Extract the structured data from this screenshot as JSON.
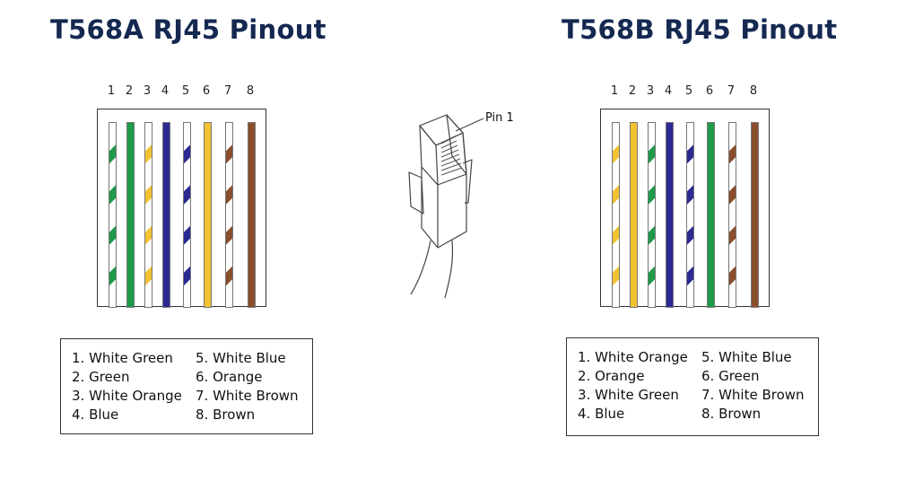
{
  "colors": {
    "green": "#1e9a49",
    "orange": "#f2c232",
    "blue": "#2b2a92",
    "brown": "#8a4e2c",
    "title": "#142850"
  },
  "pin_numbers": [
    "1",
    "2",
    "3",
    "4",
    "5",
    "6",
    "7",
    "8"
  ],
  "t568a": {
    "title": "T568A RJ45 Pinout",
    "wires": [
      {
        "color": "green",
        "striped": true
      },
      {
        "color": "green",
        "striped": false
      },
      {
        "color": "orange",
        "striped": true
      },
      {
        "color": "blue",
        "striped": false
      },
      {
        "color": "blue",
        "striped": true
      },
      {
        "color": "orange",
        "striped": false
      },
      {
        "color": "brown",
        "striped": true
      },
      {
        "color": "brown",
        "striped": false
      }
    ],
    "legend": [
      "1. White Green",
      "2. Green",
      "3. White Orange",
      "4. Blue",
      "5. White Blue",
      "6. Orange",
      "7. White Brown",
      "8. Brown"
    ]
  },
  "t568b": {
    "title": "T568B RJ45 Pinout",
    "wires": [
      {
        "color": "orange",
        "striped": true
      },
      {
        "color": "orange",
        "striped": false
      },
      {
        "color": "green",
        "striped": true
      },
      {
        "color": "blue",
        "striped": false
      },
      {
        "color": "blue",
        "striped": true
      },
      {
        "color": "green",
        "striped": false
      },
      {
        "color": "brown",
        "striped": true
      },
      {
        "color": "brown",
        "striped": false
      }
    ],
    "legend": [
      "1. White Orange",
      "2. Orange",
      "3. White Green",
      "4. Blue",
      "5. White Blue",
      "6. Green",
      "7. White Brown",
      "8. Brown"
    ]
  },
  "plug": {
    "pin1_label": "Pin 1"
  }
}
